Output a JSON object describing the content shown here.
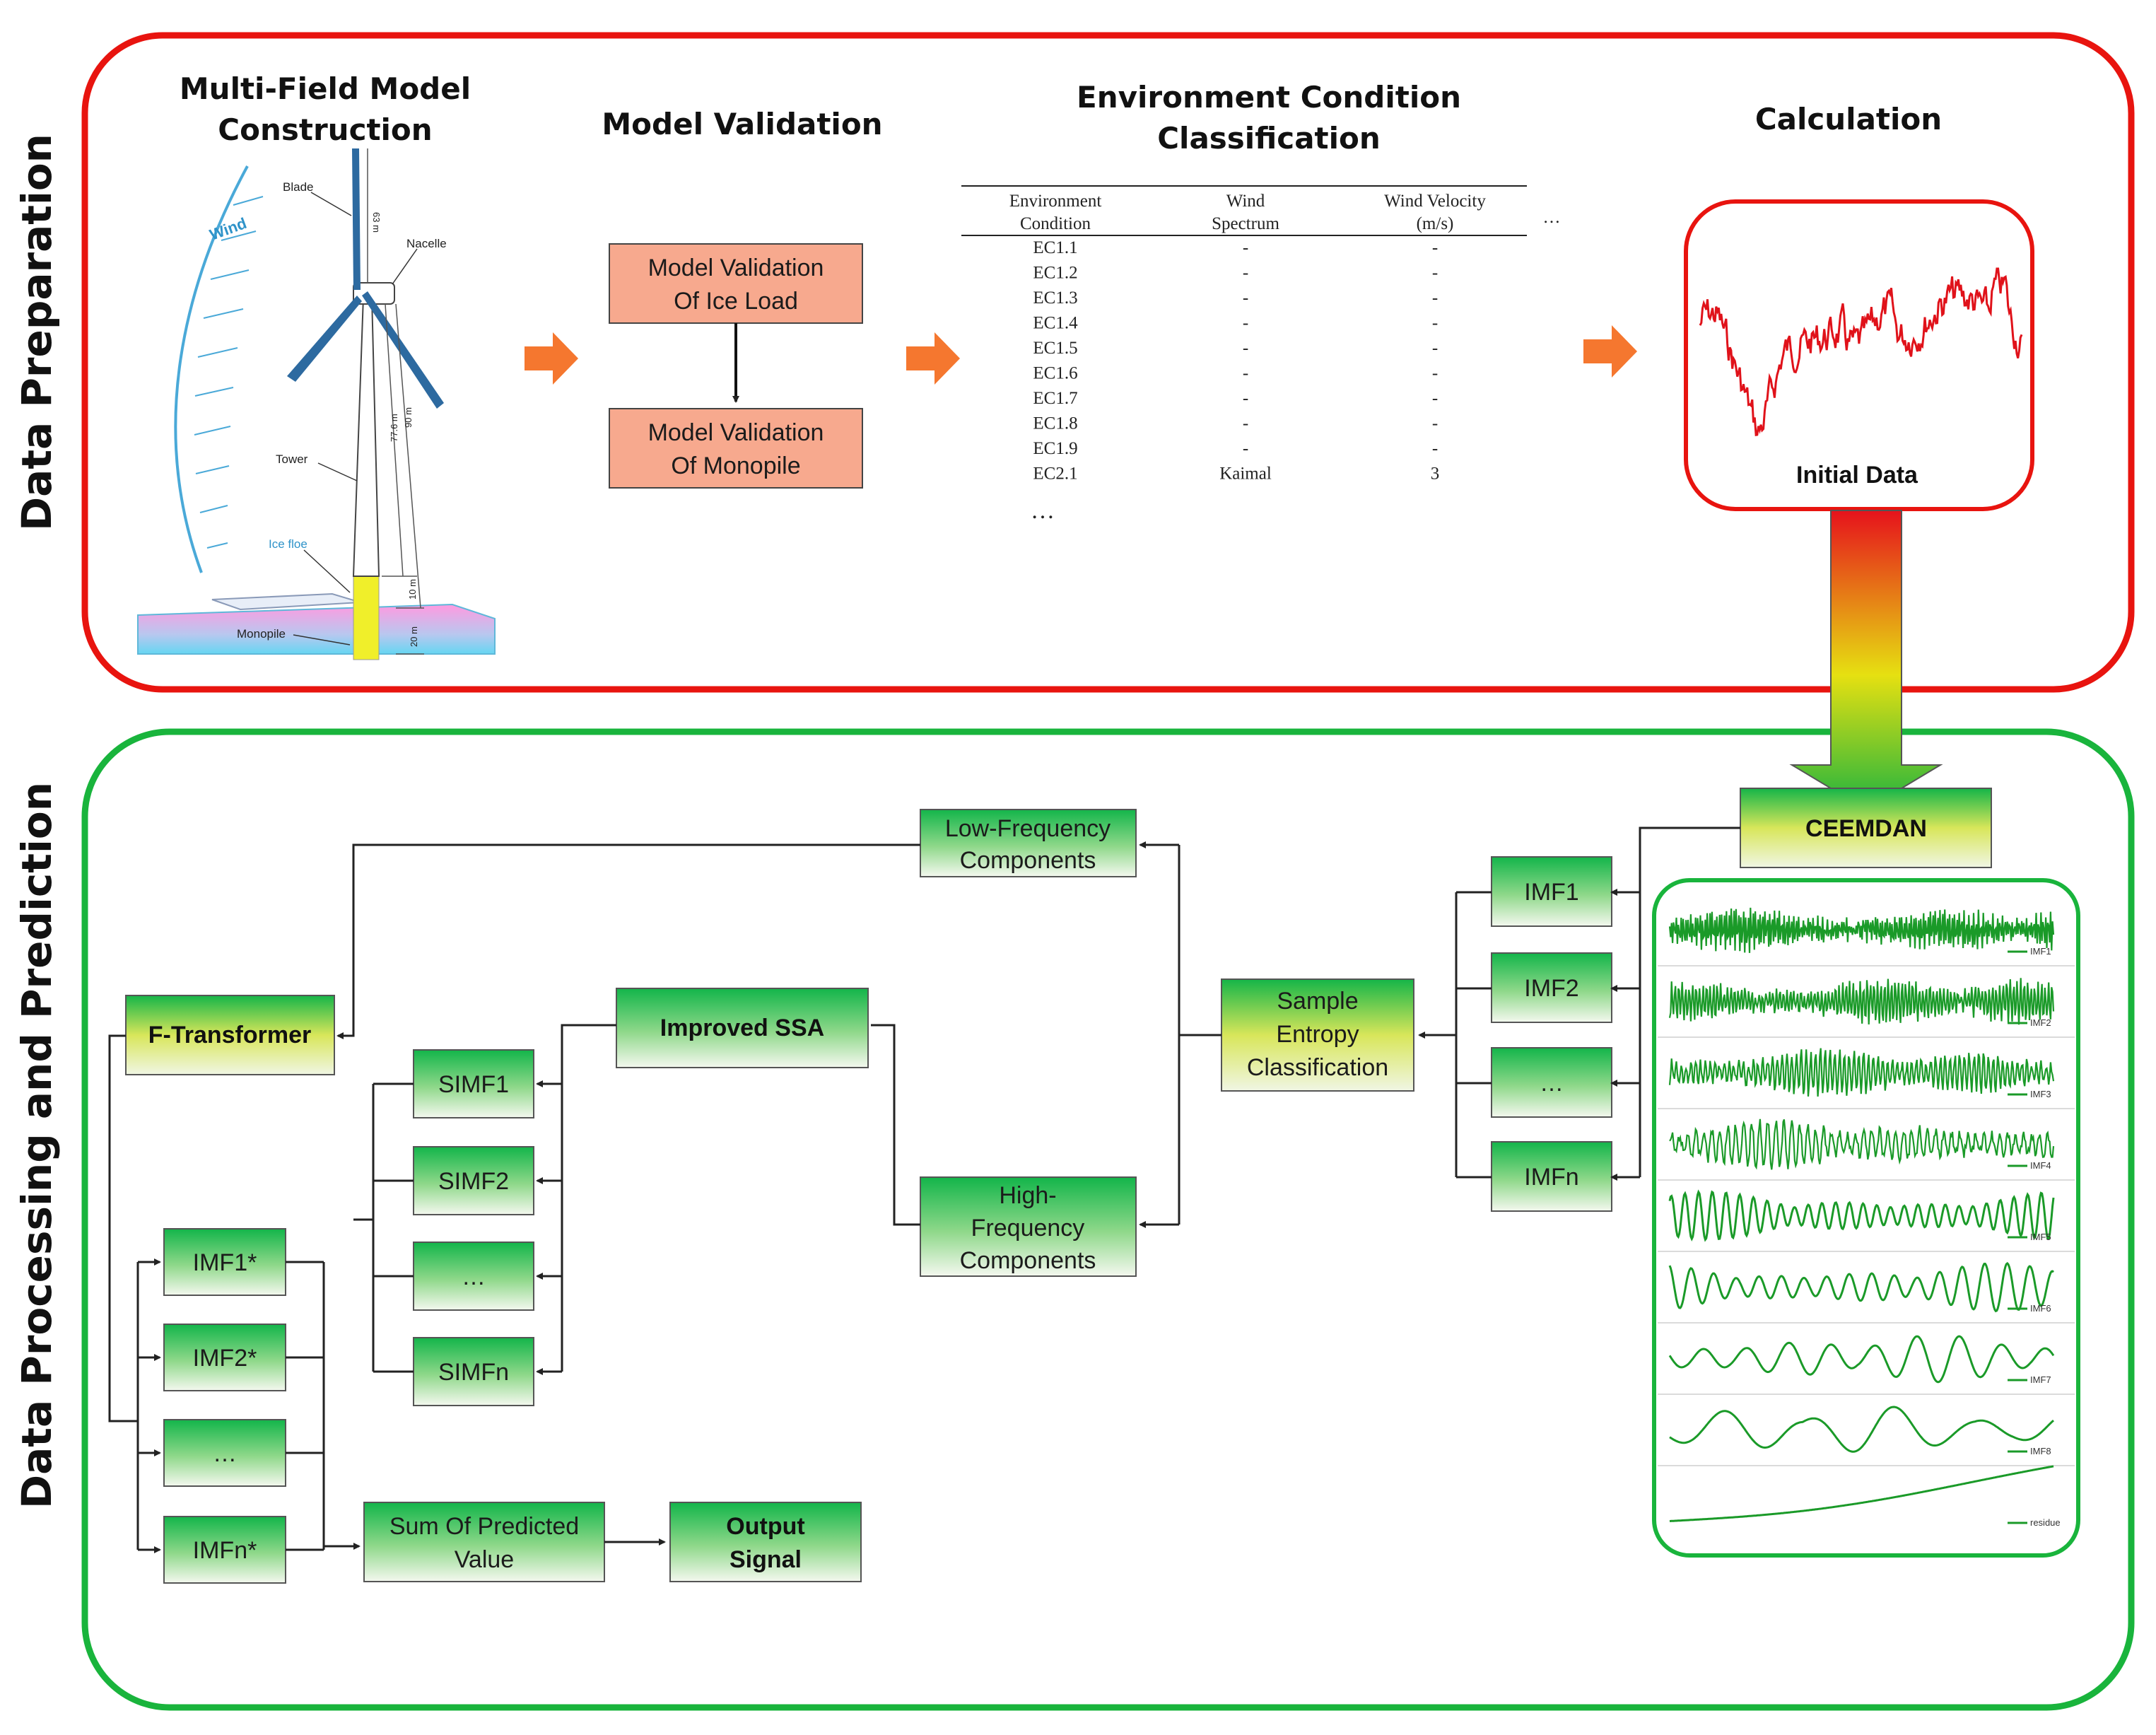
{
  "sections": {
    "preparation": {
      "label": "Data Preparation"
    },
    "processing": {
      "label": "Data Processing and Prediction"
    }
  },
  "preparation": {
    "model_title_1": "Multi-Field Model",
    "model_title_2": "Construction",
    "validation_title": "Model Validation",
    "validation_box_1": [
      "Model Validation",
      "Of Ice Load"
    ],
    "validation_box_2": [
      "Model Validation",
      "Of Monopile"
    ],
    "classification_title_1": "Environment Condition",
    "classification_title_2": "Classification",
    "calculation_title": "Calculation",
    "initial_data_label": "Initial Data",
    "turbine_labels": {
      "wind": "Wind",
      "blade": "Blade",
      "nacelle": "Nacelle",
      "tower": "Tower",
      "ice_floe": "Ice floe",
      "monopile": "Monopile",
      "dim_63": "63 m",
      "dim_776": "77.6 m",
      "dim_90": "90 m",
      "dim_10": "10 m",
      "dim_20": "20 m"
    },
    "table": {
      "headers": [
        [
          "Environment",
          "Condition"
        ],
        [
          "Wind",
          "Spectrum"
        ],
        [
          "Wind Velocity",
          "(m/s)"
        ]
      ],
      "header_more": "…",
      "rows": [
        [
          "EC1.1",
          "-",
          "-"
        ],
        [
          "EC1.2",
          "-",
          "-"
        ],
        [
          "EC1.3",
          "-",
          "-"
        ],
        [
          "EC1.4",
          "-",
          "-"
        ],
        [
          "EC1.5",
          "-",
          "-"
        ],
        [
          "EC1.6",
          "-",
          "-"
        ],
        [
          "EC1.7",
          "-",
          "-"
        ],
        [
          "EC1.8",
          "-",
          "-"
        ],
        [
          "EC1.9",
          "-",
          "-"
        ],
        [
          "EC2.1",
          "Kaimal",
          "3"
        ]
      ],
      "more_rows": "…"
    },
    "colors": {
      "section_border": "#e8140f",
      "box_fill": "#f7a98e",
      "arrow": "#f5772f",
      "signal": "#e0121a"
    }
  },
  "processing": {
    "ceemdan": "CEEMDAN",
    "imfs": [
      "IMF1",
      "IMF2",
      "…",
      "IMFn"
    ],
    "sample_entropy": [
      "Sample",
      "Entropy",
      "Classification"
    ],
    "low_freq": [
      "Low-Frequency",
      "Components"
    ],
    "high_freq": [
      "High-",
      "Frequency",
      "Components"
    ],
    "improved_ssa": "Improved SSA",
    "simfs": [
      "SIMF1",
      "SIMF2",
      "…",
      "SIMFn"
    ],
    "f_transformer": "F-Transformer",
    "imf_stars": [
      "IMF1*",
      "IMF2*",
      "…",
      "IMFn*"
    ],
    "sum": [
      "Sum Of Predicted",
      "Value"
    ],
    "output": [
      "Output",
      "Signal"
    ],
    "decomposition_legend": [
      "IMF1",
      "IMF2",
      "IMF3",
      "IMF4",
      "IMF5",
      "IMF6",
      "IMF7",
      "IMF8",
      "residue"
    ],
    "colors": {
      "section_border": "#19b43c",
      "wave": "#1a9a28",
      "box_top": "#16b84a",
      "box_bottom": "#f2f7ee"
    }
  }
}
